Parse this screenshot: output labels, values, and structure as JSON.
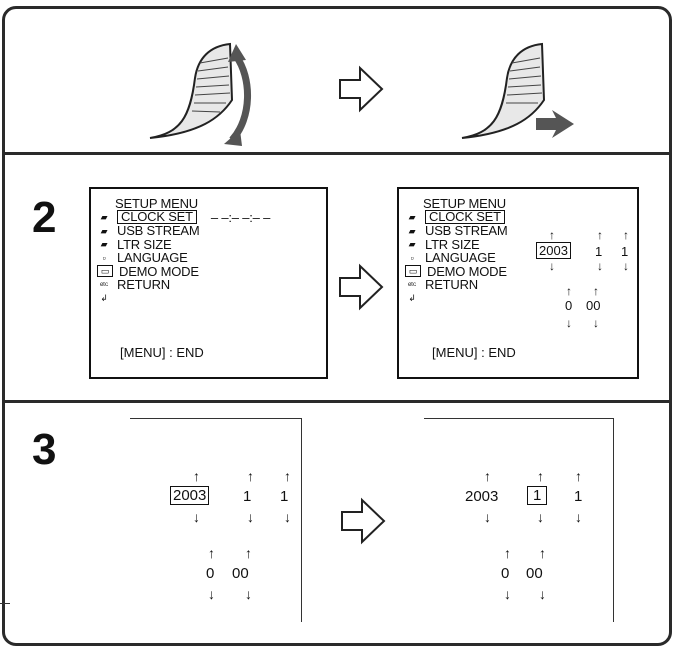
{
  "steps": {
    "two": "2",
    "three": "3"
  },
  "menu": {
    "title": "SETUP MENU",
    "items": [
      "CLOCK SET",
      "USB STREAM",
      "LTR SIZE",
      "LANGUAGE",
      "DEMO MODE",
      "RETURN"
    ],
    "clock_placeholder": "– –:– –:– –",
    "footer": "[MENU] : END",
    "footer_right": "[MENU] : END",
    "icons": [
      "camera-icon",
      "tape-icon",
      "memory-icon",
      "clock-icon",
      "setup-icon",
      "etc-icon",
      "return-icon"
    ]
  },
  "clock": {
    "year": "2003",
    "month": "1",
    "day": "1",
    "hour": "0",
    "minute": "00"
  },
  "colors": {
    "frame": "#2a2a2a",
    "ink": "#111111"
  }
}
